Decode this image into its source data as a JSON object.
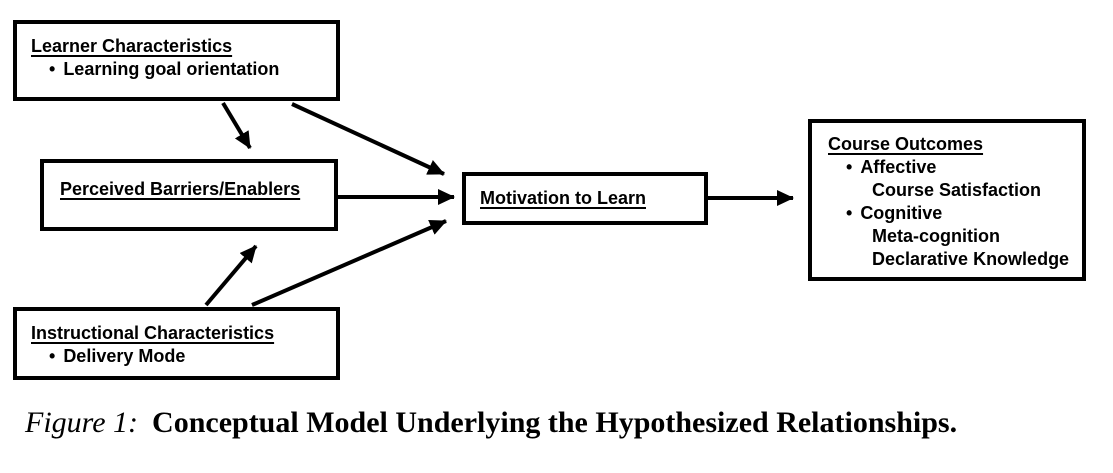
{
  "ui": {
    "bullet": "•",
    "colors": {
      "stroke": "#000000",
      "background": "#ffffff",
      "text": "#000000"
    }
  },
  "boxes": {
    "learner": {
      "title": "Learner Characteristics",
      "bullets": [
        "Learning goal orientation"
      ]
    },
    "barriers": {
      "title": "Perceived Barriers/Enablers"
    },
    "instructional": {
      "title": "Instructional Characteristics",
      "bullets": [
        "Delivery Mode"
      ]
    },
    "motivation": {
      "title": "Motivation to Learn"
    },
    "outcomes": {
      "title": "Course Outcomes",
      "bullets": [
        {
          "label": "Affective",
          "sub": [
            "Course Satisfaction"
          ]
        },
        {
          "label": "Cognitive",
          "sub": [
            "Meta-cognition",
            "Declarative Knowledge"
          ]
        }
      ]
    }
  },
  "edges": [
    {
      "from": "Learner Characteristics",
      "to": "Perceived Barriers/Enablers"
    },
    {
      "from": "Learner Characteristics",
      "to": "Motivation to Learn"
    },
    {
      "from": "Perceived Barriers/Enablers",
      "to": "Motivation to Learn"
    },
    {
      "from": "Instructional Characteristics",
      "to": "Perceived Barriers/Enablers"
    },
    {
      "from": "Instructional Characteristics",
      "to": "Motivation to Learn"
    },
    {
      "from": "Motivation to Learn",
      "to": "Course Outcomes"
    }
  ],
  "figure": {
    "caption_label": "Figure 1:",
    "caption_title": "Conceptual Model Underlying the Hypothesized Relationships."
  }
}
